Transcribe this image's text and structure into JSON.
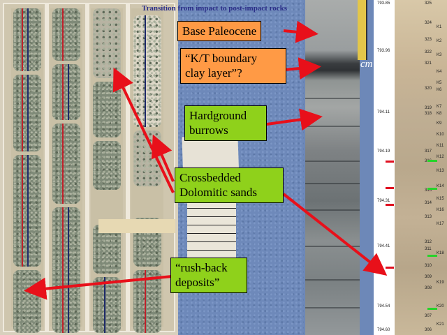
{
  "slide": {
    "title": "Transition from impact to post-impact rocks"
  },
  "callouts": {
    "base_paleocene": "Base Paleocene",
    "kt_boundary_line1": "“K/T boundary",
    "kt_boundary_line2": "clay layer”?",
    "hardground_line1": "Hardground",
    "hardground_line2": "burrows",
    "crossbedded_line1": "Crossbedded",
    "crossbedded_line2": "Dolomitic sands",
    "rushback_line1": "“rush-back",
    "rushback_line2": "deposits”"
  },
  "scale": {
    "cm_label": "cm"
  },
  "depth_log": {
    "depths": [
      "793.85",
      "793.96",
      "794.11",
      "794.19",
      "794.31",
      "794.41",
      "794.54",
      "794.60"
    ],
    "sample_numbers": [
      "325",
      "324",
      "323",
      "322",
      "321",
      "320",
      "319",
      "318",
      "317",
      "316",
      "315",
      "314",
      "313",
      "312",
      "311",
      "310",
      "309",
      "308",
      "307",
      "306"
    ],
    "k_labels": [
      "K1",
      "K2",
      "K3",
      "K4",
      "K5",
      "K6",
      "K7",
      "K8",
      "K9",
      "K10",
      "K11",
      "K12",
      "K13",
      "K14",
      "K15",
      "K16",
      "K17",
      "K18",
      "K19",
      "K20",
      "K21"
    ]
  },
  "colors": {
    "title": "#2b2e88",
    "orange_box": "#ff9a45",
    "green_box": "#8fd11b",
    "arrow": "#e8101a",
    "background": "#6e89ba"
  }
}
